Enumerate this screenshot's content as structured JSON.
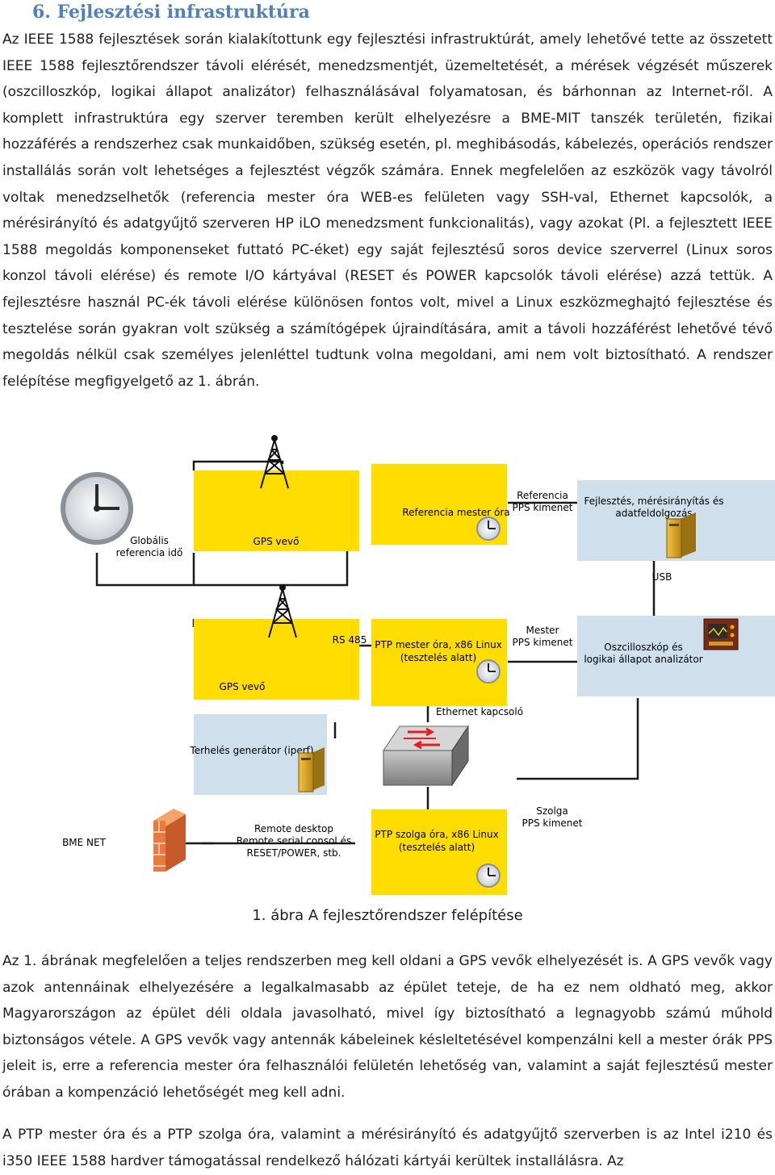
{
  "section": {
    "number": "6.",
    "title": "Fejlesztési infrastruktúra"
  },
  "paragraphs": [
    "Az IEEE 1588 fejlesztések során kialakítottunk egy fejlesztési infrastruktúrát, amely lehetővé tette az összetett IEEE 1588 fejlesztőrendszer távoli elérését, menedzsmentjét, üzemeltetését, a mérések végzését műszerek (oszcilloszkóp, logikai állapot analizátor) felhasználásával folyamatosan, és bárhonnan az Internet-ről. A komplett infrastruktúra egy szerver teremben került elhelyezésre a BME-MIT tanszék területén, fizikai hozzáférés a rendszerhez csak munkaidőben, szükség esetén, pl. meghibásodás, kábelezés, operációs rendszer installálás során volt lehetséges a fejlesztést végzők számára. Ennek megfelelően az eszközök vagy távolról voltak menedzselhetők (referencia mester óra WEB-es felületen vagy SSH-val, Ethernet kapcsolók, a mérésirányító és adatgyűjtő szerveren HP iLO menedzsment funkcionalitás), vagy azokat (Pl. a fejlesztett IEEE 1588 megoldás komponenseket futtató PC-éket) egy saját fejlesztésű soros device szerverrel (Linux soros konzol távoli elérése) és remote I/O kártyával (RESET és POWER kapcsolók távoli elérése) azzá tettük. A fejlesztésre használ PC-ék távoli elérése különösen fontos volt, mivel a Linux eszközmeghajtó fejlesztése és tesztelése során gyakran volt szükség a számítógépek újraindítására, amit a távoli hozzáférést lehetővé tévő megoldás nélkül csak személyes jelenléttel tudtunk volna megoldani, ami nem volt biztosítható. A rendszer felépítése megfigyelgető az 1. ábrán.",
    "Az 1. ábrának megfelelően a teljes rendszerben meg kell oldani a GPS vevők elhelyezését is. A GPS vevők vagy azok antennáinak elhelyezésére a legalkalmasabb az épület teteje, de ha ez nem oldható meg, akkor Magyarországon az épület déli oldala javasolható, mivel így biztosítható a legnagyobb számú műhold biztonságos vétele. A GPS vevők vagy antennák kábeleinek késleltetésével kompenzálni kell a mester órák PPS jeleit is, erre a referencia mester óra felhasználói felületén lehetőség van, valamint a saját fejlesztésű mester órában a kompenzáció lehetőségét meg kell adni.",
    "A PTP mester óra és a PTP szolga óra, valamint a mérésirányító és adatgyűjtő szerverben is az Intel i210 és i350 IEEE 1588 hardver támogatással rendelkező hálózati kártyái kerültek installálásra. Az"
  ],
  "figure": {
    "caption": "1. ábra A fejlesztőrendszer felépítése",
    "labels": {
      "global_ref_1": "Globális",
      "global_ref_2": "referencia idő",
      "gps_top": "GPS vevő",
      "ref_master": "Referencia mester óra",
      "ref_pps_1": "Referencia",
      "ref_pps_2": "PPS kimenet",
      "dev_1": "Fejlesztés, mérésirányítás és",
      "dev_2": "adatfeldolgozás",
      "usb": "USB",
      "rs485": "RS 485",
      "gps_mid": "GPS vevő",
      "ptp_master_1": "PTP mester óra, x86 Linux",
      "ptp_master_2": "(tesztelés alatt)",
      "master_pps_1": "Mester",
      "master_pps_2": "PPS kimenet",
      "scope_1": "Oszcilloszkóp és",
      "scope_2": "logikai állapot analizátor",
      "ethernet": "Ethernet kapcsoló",
      "load_gen": "Terhelés generátor (iperf)",
      "slave_pps_1": "Szolga",
      "slave_pps_2": "PPS kimenet",
      "bme_net": "BME NET",
      "remote_1": "Remote desktop",
      "remote_2": "Remote serial consol és",
      "remote_3": "RESET/POWER, stb.",
      "ptp_slave_1": "PTP szolga óra, x86 Linux",
      "ptp_slave_2": "(tesztelés alatt)"
    }
  },
  "colors": {
    "heading": "#4f81bd",
    "yellow_box": "#ffdd00",
    "blue_box": "#cfe0ec",
    "line": "#1a1a1a"
  }
}
